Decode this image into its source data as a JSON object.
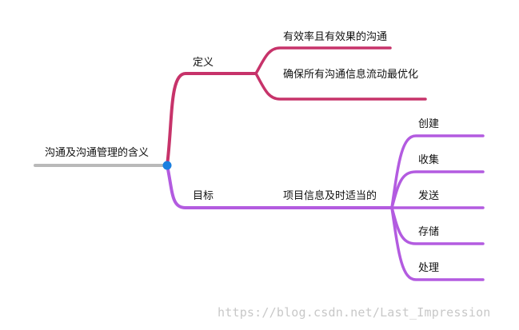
{
  "root": {
    "label": "沟通及沟通管理的含义"
  },
  "branches": {
    "definition": {
      "label": "定义",
      "children": [
        "有效率且有效果的沟通",
        "确保所有沟通信息流动最优化"
      ]
    },
    "goal": {
      "label": "目标",
      "sub": {
        "label": "项目信息及时适当的",
        "children": [
          "创建",
          "收集",
          "发送",
          "存储",
          "处理"
        ]
      }
    }
  },
  "watermark": "https://blog.csdn.net/Last_Impression",
  "colors": {
    "root_line": "#b9b9b9",
    "definition_line": "#c7336a",
    "goal_line": "#b35be0",
    "center_dot": "#1a7fe0"
  }
}
